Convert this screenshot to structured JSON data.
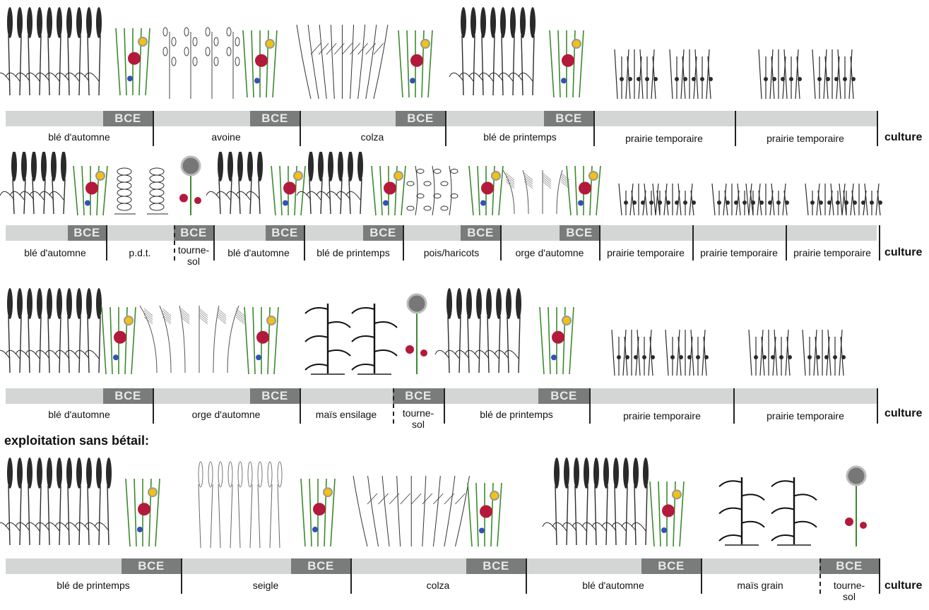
{
  "bce_label": "BCE",
  "culture_label": "culture",
  "section_title": "exploitation sans bétail:",
  "colors": {
    "band": "#d4d6d5",
    "bce": "#7a7b7b",
    "bce_text": "#e8e8e8",
    "stem": "#2a2a2a",
    "flower_red": "#b3193a",
    "flower_yellow": "#f2c20f",
    "flower_blue": "#3450b8",
    "leaf": "#3c8a2e"
  },
  "rows": [
    {
      "crops": [
        {
          "label": "blé d'automne",
          "plant": "wheat",
          "bce": true
        },
        {
          "label": "avoine",
          "plant": "oat",
          "bce": true
        },
        {
          "label": "colza",
          "plant": "rapeseed",
          "bce": true
        },
        {
          "label": "blé de printemps",
          "plant": "wheat",
          "bce": true
        },
        {
          "label": "prairie temporaire",
          "plant": "meadow",
          "bce": false
        },
        {
          "label": "prairie temporaire",
          "plant": "meadow",
          "bce": false
        }
      ]
    },
    {
      "crops": [
        {
          "label": "blé d'automne",
          "plant": "wheat",
          "bce": true
        },
        {
          "label": "p.d.t.",
          "plant": "potato",
          "bce": false
        },
        {
          "label": "tourne-\nsol",
          "plant": "sunflower",
          "bce": true
        },
        {
          "label": "blé d'automne",
          "plant": "wheat",
          "bce": true
        },
        {
          "label": "blé de printemps",
          "plant": "wheat",
          "bce": true
        },
        {
          "label": "pois/haricots",
          "plant": "pea",
          "bce": true
        },
        {
          "label": "orge d'automne",
          "plant": "barley",
          "bce": true
        },
        {
          "label": "prairie temporaire",
          "plant": "meadow",
          "bce": false
        },
        {
          "label": "prairie temporaire",
          "plant": "meadow",
          "bce": false
        },
        {
          "label": "prairie temporaire",
          "plant": "meadow",
          "bce": false
        }
      ]
    },
    {
      "crops": [
        {
          "label": "blé d'automne",
          "plant": "wheat",
          "bce": true
        },
        {
          "label": "orge d'automne",
          "plant": "barley",
          "bce": true
        },
        {
          "label": "maïs ensilage",
          "plant": "maize",
          "bce": false
        },
        {
          "label": "tourne-\nsol",
          "plant": "sunflower",
          "bce": true
        },
        {
          "label": "blé de printemps",
          "plant": "wheat",
          "bce": true
        },
        {
          "label": "prairie temporaire",
          "plant": "meadow",
          "bce": false
        },
        {
          "label": "prairie temporaire",
          "plant": "meadow",
          "bce": false
        }
      ]
    },
    {
      "crops": [
        {
          "label": "blé de printemps",
          "plant": "wheat",
          "bce": true
        },
        {
          "label": "seigle",
          "plant": "rye",
          "bce": true
        },
        {
          "label": "colza",
          "plant": "rapeseed",
          "bce": true
        },
        {
          "label": "blé d'automne",
          "plant": "wheat",
          "bce": true
        },
        {
          "label": "maïs grain",
          "plant": "maize",
          "bce": false
        },
        {
          "label": "tourne-\nsol",
          "plant": "sunflower",
          "bce": true
        }
      ]
    }
  ]
}
